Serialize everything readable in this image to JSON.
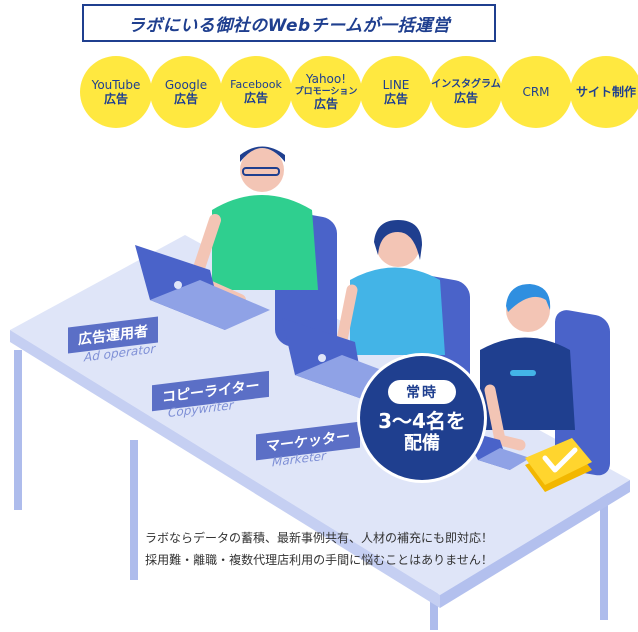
{
  "header": {
    "title": "ラボにいる御社のWebチームが一括運営"
  },
  "badges": [
    {
      "line1": "YouTube",
      "line2": "広告"
    },
    {
      "line1": "Google",
      "line2": "広告"
    },
    {
      "line1": "Facebook",
      "line2": "広告"
    },
    {
      "line1": "Yahoo!",
      "line2": "プロモーション",
      "line3": "広告"
    },
    {
      "line1": "LINE",
      "line2": "広告"
    },
    {
      "line1": "インスタグラム",
      "line2": "広告"
    },
    {
      "line1": "CRM"
    },
    {
      "line1": "サイト制作"
    }
  ],
  "roles": [
    {
      "label": "広告運用者",
      "sub": "Ad operator"
    },
    {
      "label": "コピーライター",
      "sub": "Copywriter"
    },
    {
      "label": "マーケッター",
      "sub": "Marketer"
    }
  ],
  "staff": {
    "pill": "常時",
    "count": "3～4名を",
    "action": "配備"
  },
  "footer": {
    "line1": "ラボならデータの蓄積、最新事例共有、人材の補充にも即対応！",
    "line2": "採用難・離職・複数代理店利用の手間に悩むことはありません！"
  },
  "colors": {
    "navy": "#1f3f8f",
    "yellow": "#ffe840",
    "desk": "#dfe5f8",
    "chair": "#4a63c9"
  }
}
